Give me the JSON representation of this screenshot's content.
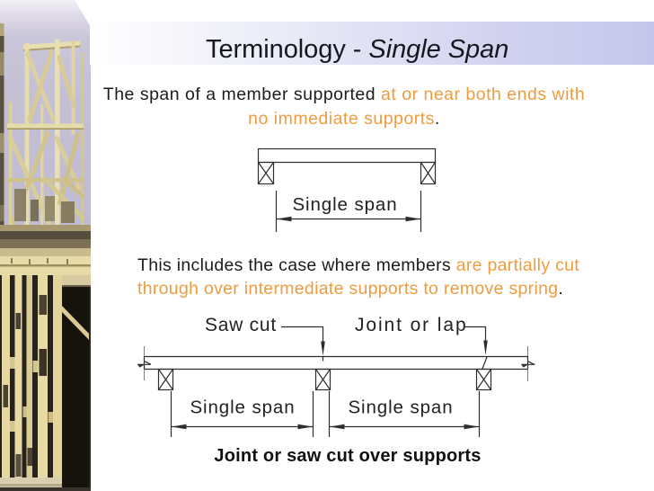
{
  "title": {
    "regular": "Terminology - ",
    "italic": "Single Span"
  },
  "paragraph1": {
    "line1_black": "The span of a member supported ",
    "line1_orange": "at or near both ends with",
    "line2_orange": "no immediate supports",
    "line2_black": "."
  },
  "paragraph2": {
    "line1_black": "This includes the case where members ",
    "line1_orange": "are partially cut",
    "line2_orange": "through over intermediate supports to remove spring",
    "line2_black": "."
  },
  "diagram1": {
    "span_label": "Single span"
  },
  "diagram2": {
    "saw_cut_label": "Saw cut",
    "joint_or_lap_label": "Joint or lap",
    "span_label_left": "Single span",
    "span_label_right": "Single span",
    "caption": "Joint or saw cut over supports"
  },
  "colors": {
    "accent_orange": "#EE9C40",
    "title_band": "#C6C6EC",
    "sky": "#C7C3DA",
    "timber": "#E8DCA8"
  }
}
